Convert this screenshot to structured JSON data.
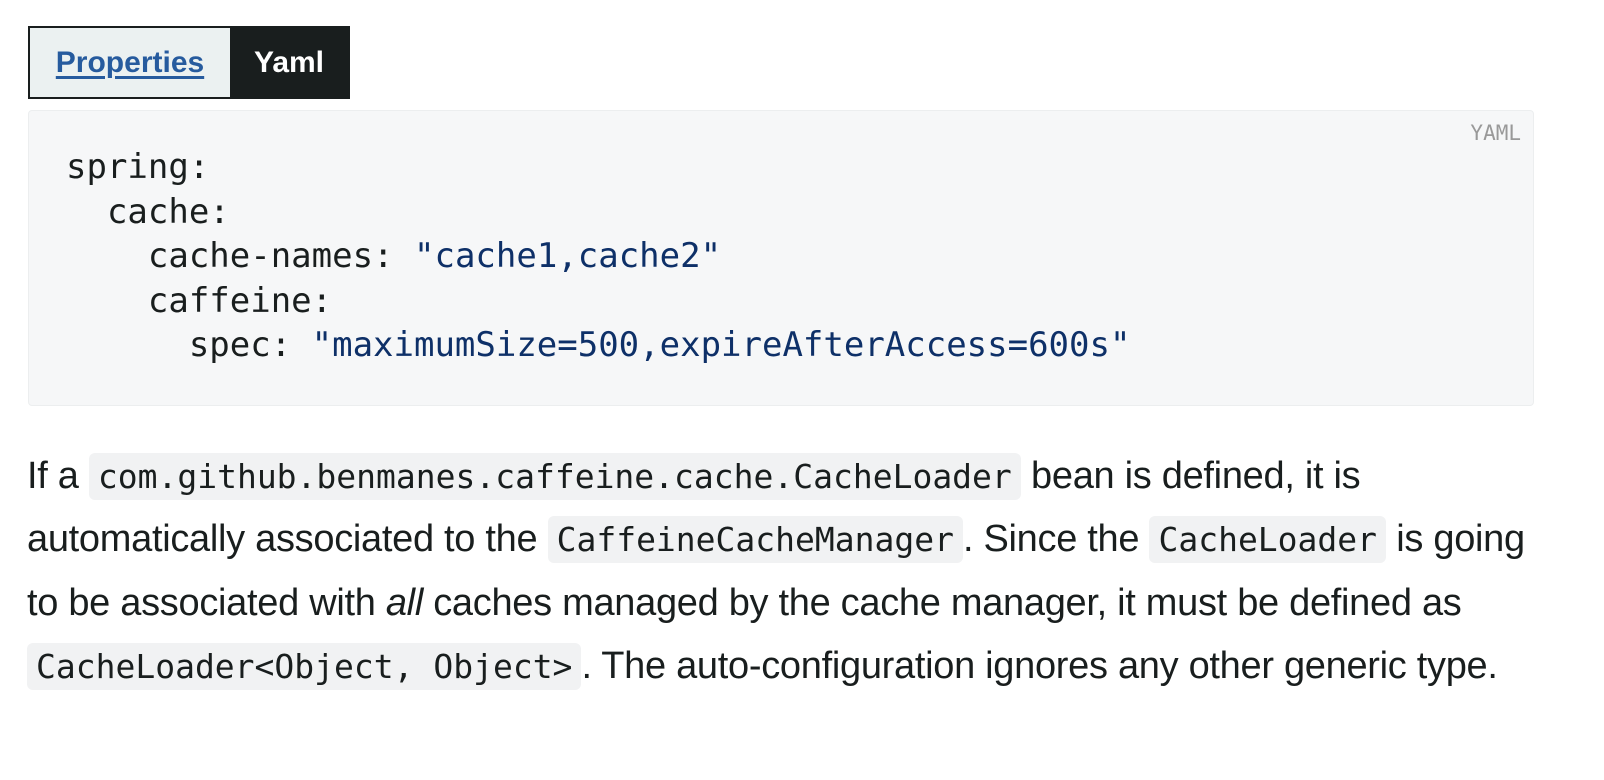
{
  "tabs": {
    "properties_label": "Properties",
    "yaml_label": "Yaml",
    "active": "Yaml"
  },
  "code_block": {
    "language_label": "YAML",
    "lines": {
      "l1_key": "spring:",
      "l2_key": "  cache:",
      "l3_key": "    cache-names: ",
      "l3_value": "\"cache1,cache2\"",
      "l4_key": "    caffeine:",
      "l5_key": "      spec: ",
      "l5_value": "\"maximumSize=500,expireAfterAccess=600s\""
    }
  },
  "paragraph": {
    "t1": "If a ",
    "c1": "com.github.benmanes.caffeine.cache.CacheLoader",
    "t2": " bean is defined, it is automatically associated to the ",
    "c2": "CaffeineCacheManager",
    "t3": ". Since the ",
    "c3": "CacheLoader",
    "t4": " is going to be associated with ",
    "em1": "all",
    "t5": " caches managed by the cache manager, it must be defined as ",
    "c4": "CacheLoader<Object, Object>",
    "t6": ". The auto-configuration ignores any other generic type."
  },
  "colors": {
    "text": "#191e1e",
    "link": "#265b9e",
    "tab_active_bg": "#191e1e",
    "tab_inactive_bg": "#ebf1f1",
    "code_bg": "#f6f7f8",
    "code_string": "#0e3068"
  }
}
